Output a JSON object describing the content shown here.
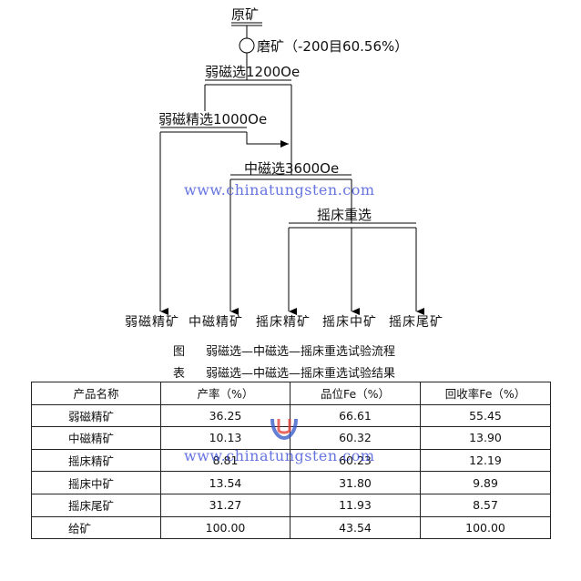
{
  "flowsheet": {
    "feed": "原矿",
    "grinding": "磨矿（-200目60.56%）",
    "stage1": "弱磁选1200Oe",
    "stage2": "弱磁精选1000Oe",
    "stage3": "中磁选3600Oe",
    "stage4": "摇床重选",
    "products": [
      "弱磁精矿",
      "中磁精矿",
      "摇床精矿",
      "摇床中矿",
      "摇床尾矿"
    ]
  },
  "captions": {
    "figure_key": "图",
    "figure_title": "弱磁选—中磁选—摇床重选试验流程",
    "table_key": "表",
    "table_title": "弱磁选—中磁选—摇床重选试验结果"
  },
  "table": {
    "headers": [
      "产品名称",
      "产率（%）",
      "品位Fe（%）",
      "回收率Fe（%）"
    ],
    "rows": [
      [
        "弱磁精矿",
        "36.25",
        "66.61",
        "55.45"
      ],
      [
        "中磁精矿",
        "10.13",
        "60.32",
        "13.90"
      ],
      [
        "摇床精矿",
        "8.81",
        "60.23",
        "12.19"
      ],
      [
        "摇床中矿",
        "13.54",
        "31.80",
        "9.89"
      ],
      [
        "摇床尾矿",
        "31.27",
        "11.93",
        "8.57"
      ],
      [
        "给矿",
        "100.00",
        "43.54",
        "100.00"
      ]
    ]
  },
  "watermark": {
    "text": "www.chinatungsten.com",
    "logo_colors": [
      "#e03a2f",
      "#2f56c8"
    ]
  }
}
